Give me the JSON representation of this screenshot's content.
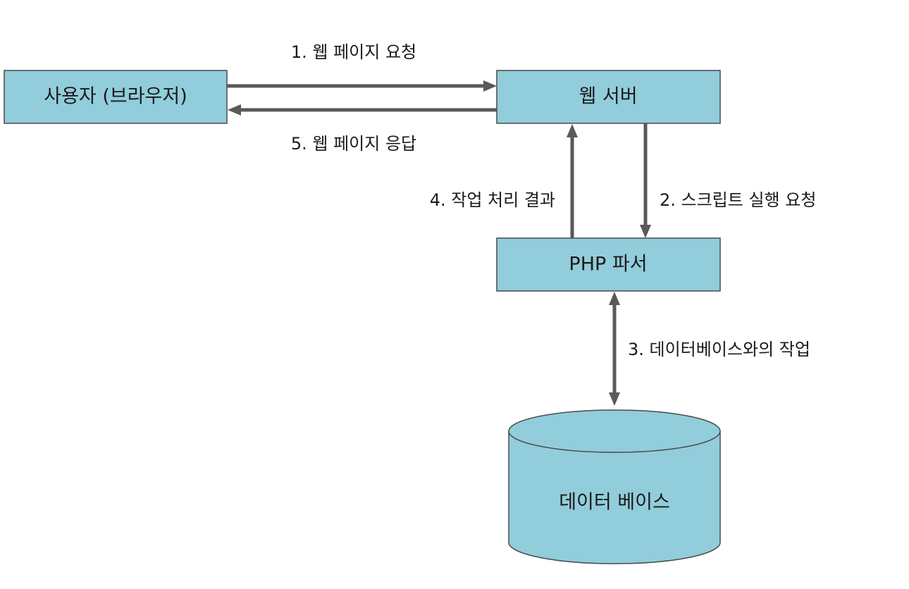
{
  "nodes": {
    "user": "사용자 (브라우저)",
    "web_server": "웹 서버",
    "php_parser": "PHP 파서",
    "database": "데이터 베이스"
  },
  "edges": {
    "step1": "1. 웹 페이지 요청",
    "step2": "2. 스크립트 실행 요청",
    "step3": "3. 데이터베이스와의 작업",
    "step4": "4. 작업 처리 결과",
    "step5": "5. 웹 페이지 응답"
  },
  "colors": {
    "node_fill": "#92cddc",
    "node_stroke": "#4a4a4a",
    "arrow": "#595959"
  }
}
